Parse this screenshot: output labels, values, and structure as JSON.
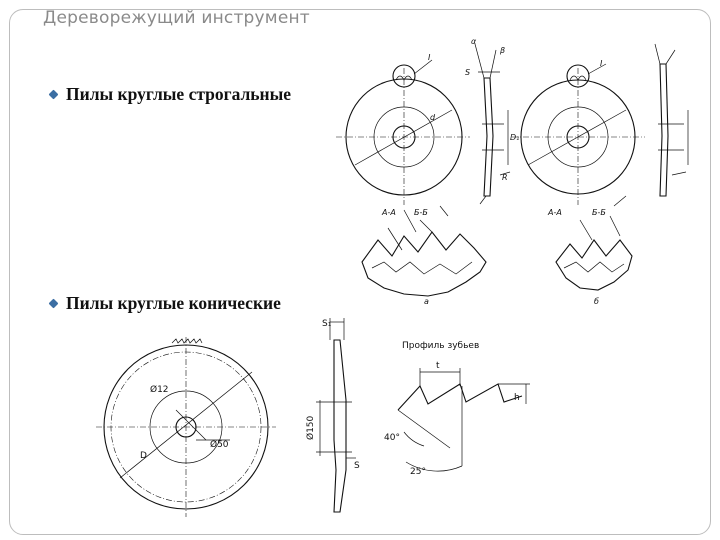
{
  "slide": {
    "title": "Дереворежущий инструмент",
    "bullets": [
      {
        "text": "Пилы круглые строгальные"
      },
      {
        "text": "Пилы круглые конические"
      }
    ]
  },
  "drawing_top": {
    "labels": {
      "alpha": "α",
      "beta": "β",
      "s": "S",
      "d": "d",
      "d1": "D₁",
      "rad": "R",
      "I": "I",
      "II": "I",
      "view_aa": "A-A",
      "view_bb": "Б-Б",
      "view_aa2": "A-A",
      "view_vv": "Б-Б",
      "a": "а",
      "b": "б"
    }
  },
  "drawing_bottom": {
    "title": "Профиль зубьев",
    "labels": {
      "s1": "S₁",
      "s": "S",
      "d12": "Ø12",
      "d50": "Ø50",
      "d150": "Ø150",
      "D": "D",
      "t": "t",
      "h": "h",
      "a40": "40°",
      "a25": "25°"
    }
  }
}
